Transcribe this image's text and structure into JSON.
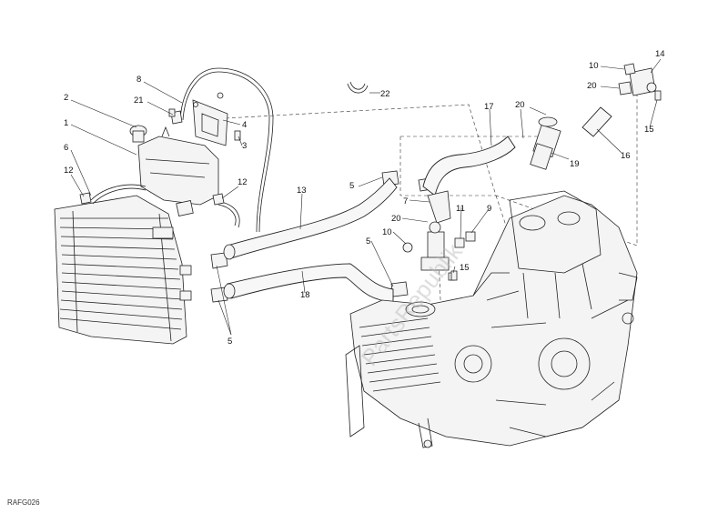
{
  "watermark": "PartsRepublik",
  "drawing_code": "RAFG026",
  "labels": {
    "l1": "1",
    "l2": "2",
    "l3": "3",
    "l4": "4",
    "l5a": "5",
    "l5b": "5",
    "l5c": "5",
    "l6": "6",
    "l7": "7",
    "l8": "8",
    "l9": "9",
    "l10a": "10",
    "l10b": "10",
    "l11": "11",
    "l12a": "12",
    "l12b": "12",
    "l13": "13",
    "l14": "14",
    "l15a": "15",
    "l15b": "15",
    "l16": "16",
    "l17": "17",
    "l18": "18",
    "l19": "19",
    "l20a": "20",
    "l20b": "20",
    "l20c": "20",
    "l21": "21",
    "l22": "22"
  }
}
